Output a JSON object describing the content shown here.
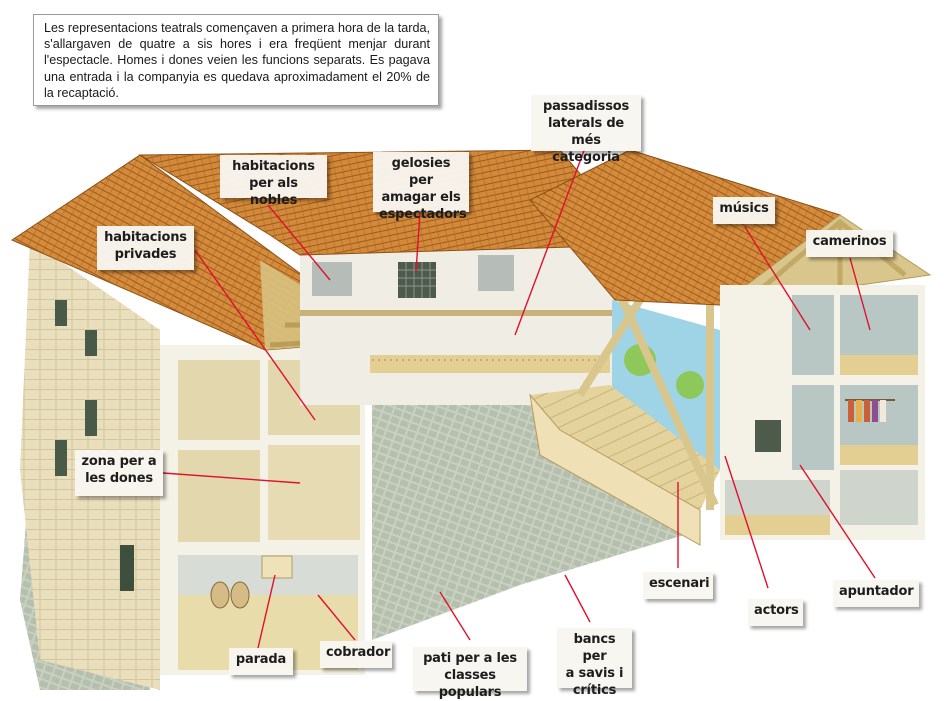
{
  "intro_text": "Les representacions teatrals començaven a primera hora de la tarda, s'allargaven de quatre a sis hores i era freqüent menjar durant l'espectacle. Homes i dones veien les funcions separats. Es pagava una entrada i la companyia es quedava aproximadament el 20% de la recaptació.",
  "labels": {
    "passadissos": "passadissos\nlaterals de més\ncategoria",
    "habitacions_nobles": "habitacions\nper als nobles",
    "gelosies": "gelosies per\namagar els\nespectadors",
    "musics": "músics",
    "camerinos": "camerinos",
    "habitacions_privades": "habitacions\nprivades",
    "zona_dones": "zona per a\nles dones",
    "escenari": "escenari",
    "apuntador": "apuntador",
    "actors": "actors",
    "parada": "parada",
    "cobrador": "cobrador",
    "pati": "pati per a les\nclasses populars",
    "bancs": "bancs per\na savis i\ncrítics"
  },
  "colors": {
    "roof": "#d28a3a",
    "roof_dark": "#a8621f",
    "wall": "#ece3c4",
    "timber": "#d9c68c",
    "floor": "#e7d7a0",
    "courtyard": "#c9cdb8",
    "leader": "#e0102e",
    "sky": "#8fd0e8"
  }
}
